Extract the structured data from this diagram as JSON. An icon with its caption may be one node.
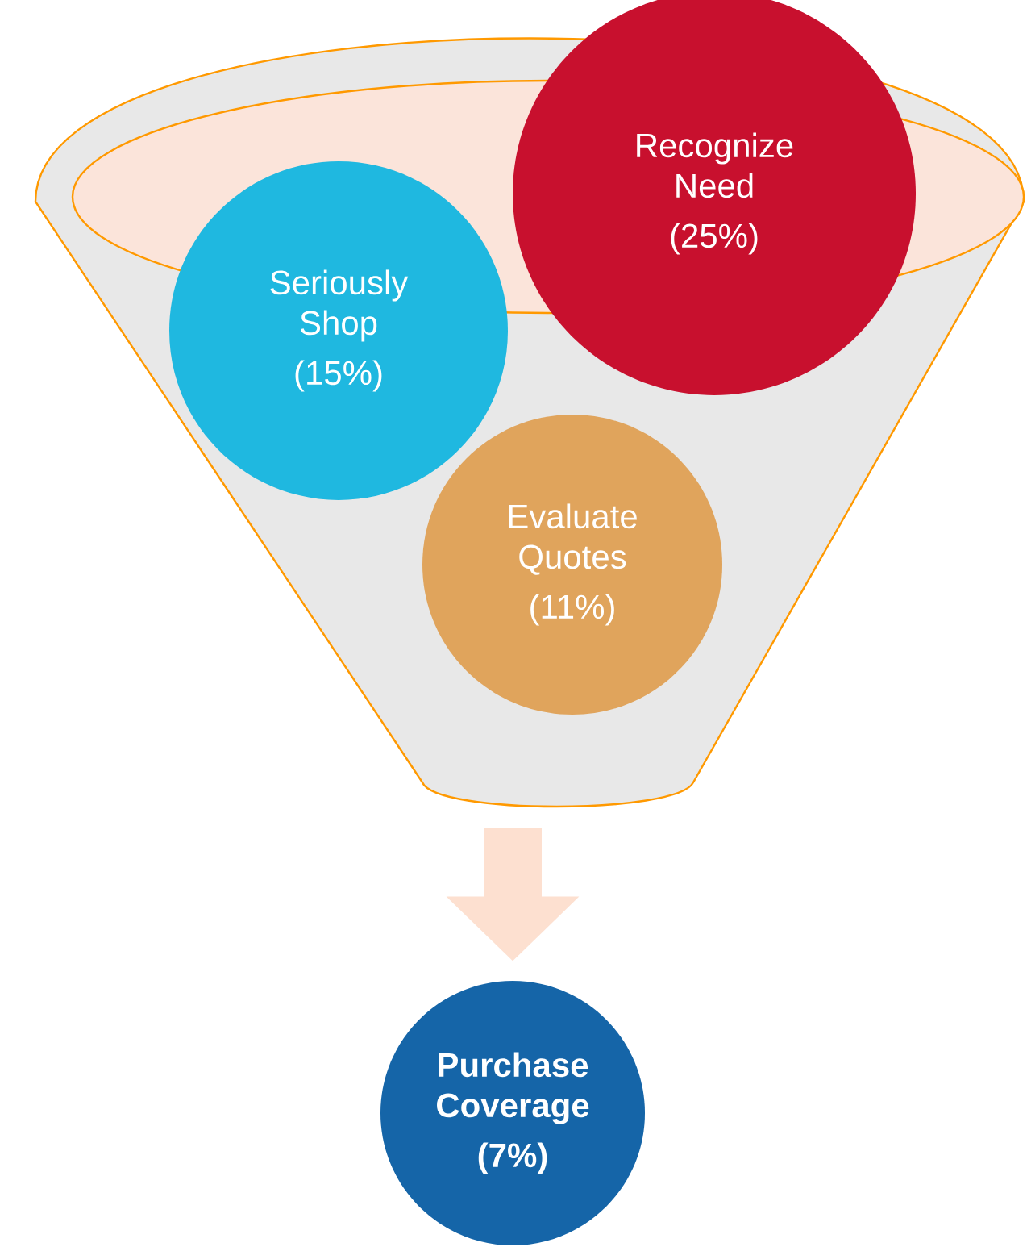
{
  "diagram": {
    "nodes": [
      {
        "text": [],
        "shape": "funnel"
      },
      {
        "text": [
          "Recognize Need",
          "(25%)"
        ]
      },
      {
        "text": [
          "Seriously Shop",
          "(15%)"
        ],
        "in": 0
      },
      {
        "text": [
          "Evaluate Quotes",
          "(11%)"
        ],
        "in": 0
      },
      {
        "text": [
          "Purchase Coverage",
          "(7%)"
        ]
      }
    ],
    "edges": [
      {
        "from": 0,
        "to": 4,
        "arrow": "to"
      }
    ]
  }
}
